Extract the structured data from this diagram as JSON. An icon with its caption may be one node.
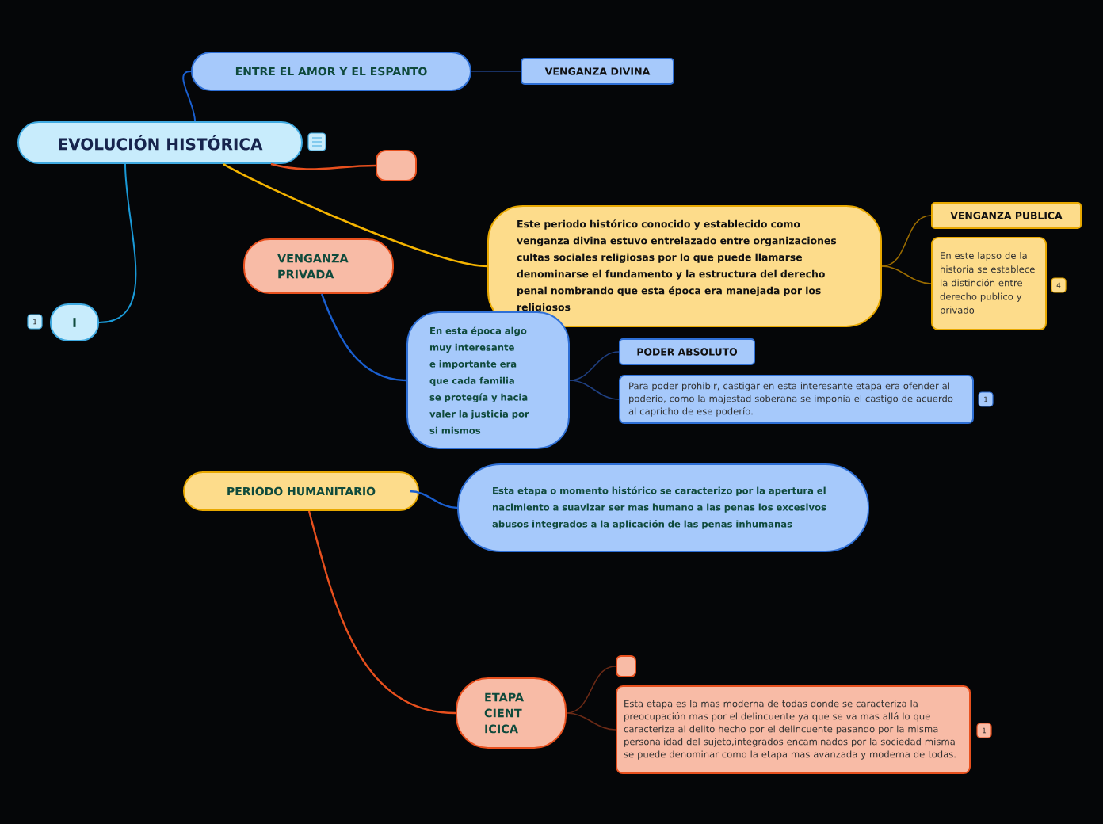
{
  "diagram": {
    "nodes": [
      {
        "text": [
          "EVOLUCIÓN HISTÓRICA"
        ]
      },
      {
        "text": [
          "ENTRE EL AMOR Y EL ESPANTO"
        ]
      },
      {
        "text": [
          "VENGANZA DIVINA"
        ]
      },
      {
        "text": [],
        "shape": "box"
      },
      {
        "text": [
          "VENGANZA PRIVADA"
        ]
      },
      {
        "text": [
          "Este periodo histórico conocido y establecido como venganza divina estuvo entrelazado entre organizaciones cultas sociales religiosas por lo que puede llamarse denominarse el fundamento y la estructura del derecho penal nombrando que esta época era manejada por los religiosos"
        ]
      },
      {
        "text": [
          "VENGANZA PUBLICA"
        ]
      },
      {
        "text": [
          "En este lapso de la historia se establece la distinción entre derecho publico y privado"
        ]
      },
      {
        "text": [
          "En esta época algo muy interesante e importante era que cada  familia se protegía y hacia valer la justicia por si mismos"
        ]
      },
      {
        "text": [
          "PODER ABSOLUTO"
        ]
      },
      {
        "text": [
          "Para poder prohibir, castigar en esta interesante etapa era ofender al poderío, como la majestad soberana se imponía el castigo de acuerdo al capricho de ese poderío."
        ]
      },
      {
        "text": [
          "I"
        ]
      },
      {
        "text": [
          "PERIODO HUMANITARIO"
        ]
      },
      {
        "text": [
          "Esta etapa o momento histórico se caracterizo por la apertura el nacimiento a suavizar ser mas humano a  las penas los excesivos abusos integrados a la aplicación de las penas inhumanas"
        ]
      },
      {
        "text": [
          "ETAPA CIENT ICICA"
        ]
      },
      {
        "text": [],
        "shape": "box"
      },
      {
        "text": [
          "Esta etapa es la mas moderna de todas donde se caracteriza la preocupación mas por el delincuente ya que se va mas allá lo que caracteriza al delito hecho por el delincuente pasando por la misma personalidad del sujeto,integrados encaminados por la sociedad misma se puede denominar como la etapa mas avanzada y moderna de todas."
        ]
      }
    ],
    "edges": [
      {
        "from": 0,
        "to": 1,
        "arrow": "none",
        "color": "#1a5fd0"
      },
      {
        "from": 1,
        "to": 2,
        "arrow": "none",
        "color": "#1f3f80"
      },
      {
        "from": 0,
        "to": 3,
        "arrow": "none",
        "color": "#e8501e"
      },
      {
        "from": 0,
        "to": 5,
        "arrow": "none",
        "color": "#f5b400"
      },
      {
        "from": 4,
        "to": 8,
        "arrow": "none",
        "color": "#1a5fd0"
      },
      {
        "from": 5,
        "to": 6,
        "arrow": "none",
        "color": "#9a6b00"
      },
      {
        "from": 5,
        "to": 7,
        "arrow": "none",
        "color": "#9a6b00"
      },
      {
        "from": 8,
        "to": 9,
        "arrow": "none",
        "color": "#1f3f80"
      },
      {
        "from": 8,
        "to": 10,
        "arrow": "none",
        "color": "#1f3f80"
      },
      {
        "from": 0,
        "to": 11,
        "arrow": "none",
        "color": "#1a9ad8"
      },
      {
        "from": 12,
        "to": 13,
        "arrow": "none",
        "color": "#1a5fd0"
      },
      {
        "from": 12,
        "to": 14,
        "arrow": "none",
        "color": "#e8501e"
      },
      {
        "from": 14,
        "to": 15,
        "arrow": "none",
        "color": "#6b2a16"
      },
      {
        "from": 14,
        "to": 16,
        "arrow": "none",
        "color": "#6b2a16"
      }
    ],
    "labels": [
      "4",
      "1",
      "1",
      "1"
    ]
  }
}
